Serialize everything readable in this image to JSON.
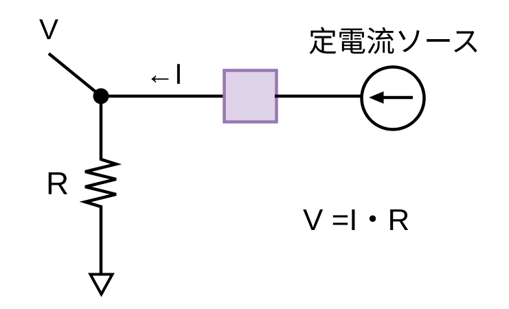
{
  "diagram": {
    "labels": {
      "voltage": "V",
      "current": "←I",
      "resistor": "R",
      "source": "定電流ソース",
      "formula": "V =I・R"
    },
    "colors": {
      "background": "#FFFFFF",
      "wire": "#000000",
      "text": "#000000",
      "component_box_fill": "#DED3E8",
      "component_box_border": "#9878B2"
    },
    "icons": {
      "junction": "junction-dot-icon",
      "component": "component-box-icon",
      "current_source": "current-source-icon",
      "resistor": "resistor-zigzag-icon",
      "ground": "ground-icon"
    }
  }
}
